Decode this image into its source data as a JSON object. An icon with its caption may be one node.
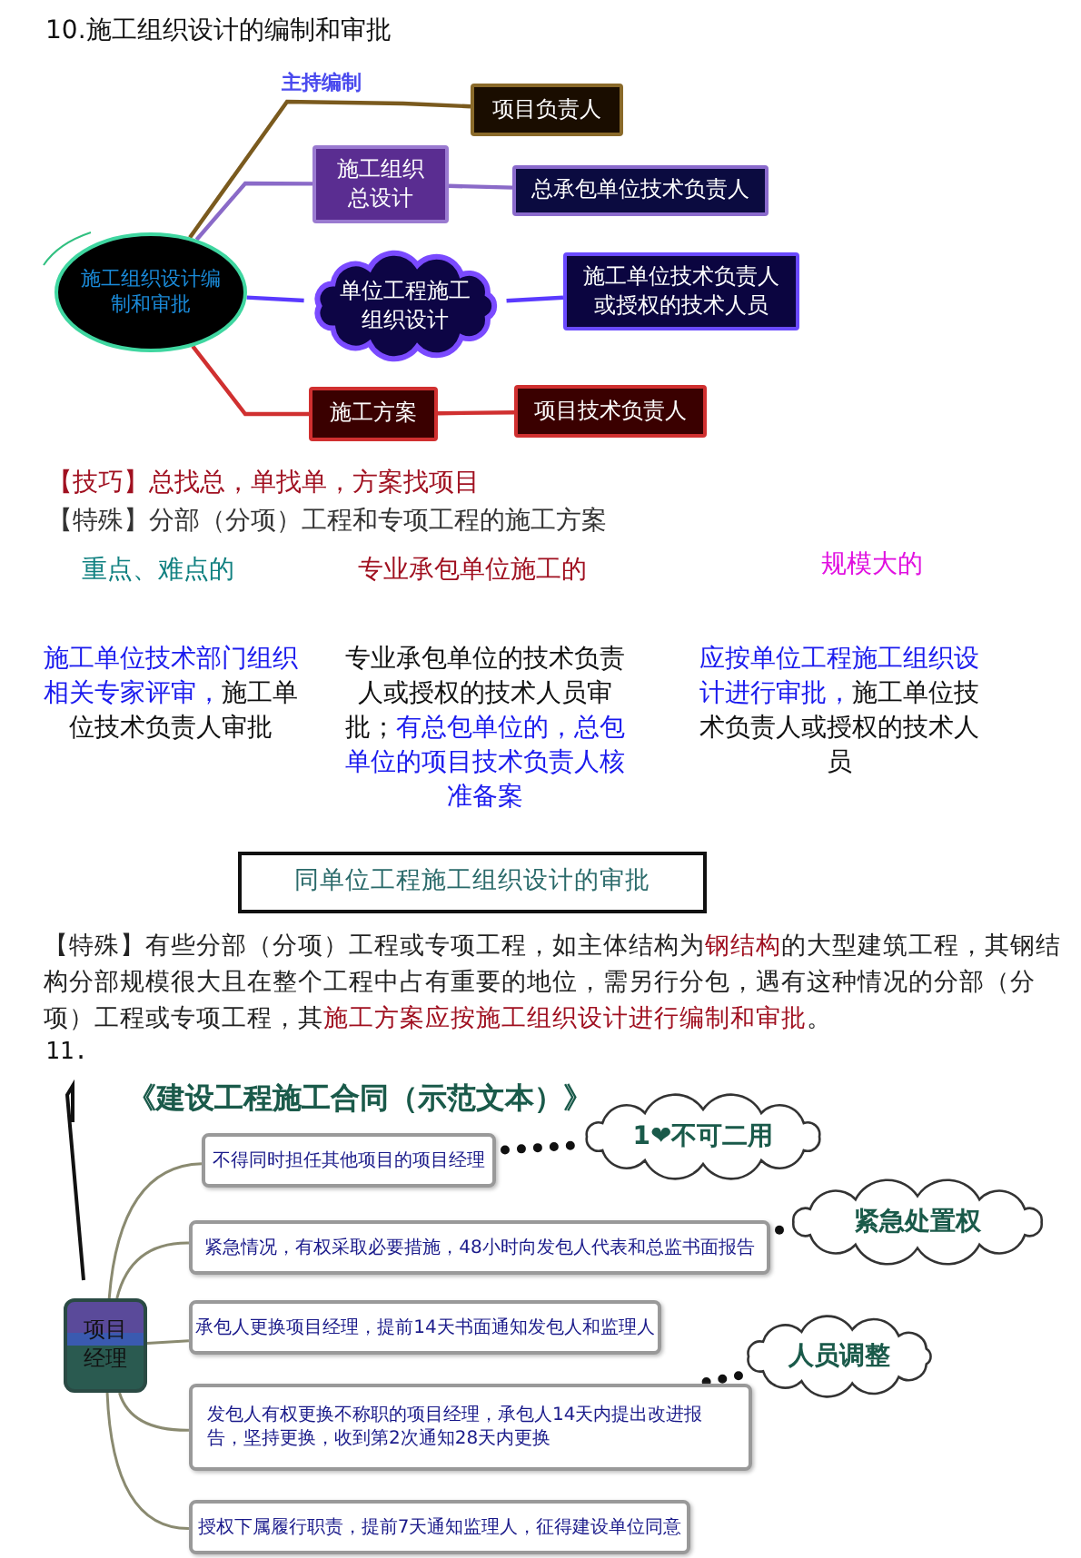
{
  "diagram": {
    "nodes": [
      {
        "text": [
          "施工组织设计编制和审批"
        ]
      },
      {
        "text": [
          "项目负责人"
        ]
      },
      {
        "text": [
          "施工组织总设计"
        ]
      },
      {
        "text": [
          "总承包单位技术负责人"
        ]
      },
      {
        "text": [
          "单位工程施工组织设计"
        ]
      },
      {
        "text": [
          "施工单位技术负责人或授权的技术人员"
        ]
      },
      {
        "text": [
          "施工方案"
        ]
      },
      {
        "text": [
          "项目技术负责人"
        ]
      },
      {
        "text": [
          "同单位工程施工组织设计的审批"
        ]
      },
      {
        "text": [
          "项目经理"
        ]
      },
      {
        "text": [
          "不得同时担任其他项目的项目经理"
        ]
      },
      {
        "text": [
          "紧急情况，有权采取必要措施，48小时向发包人代表和总监书面报告"
        ]
      },
      {
        "text": [
          "承包人更换项目经理，提前14天书面通知发包人和监理人"
        ]
      },
      {
        "text": [
          "发包人有权更换不称职的项目经理，承包人14天内提出改进报告，坚持更换，收到第2次通知28天内更换"
        ]
      },
      {
        "text": [
          "授权下属履行职责，提前7天通知监理人，征得建设单位同意"
        ]
      },
      {
        "text": [
          "1❤不可二用"
        ]
      },
      {
        "text": [
          "紧急处置权"
        ]
      },
      {
        "text": [
          "人员调整"
        ]
      }
    ],
    "edges": [
      {
        "from": 0,
        "to": 1,
        "arrow": "none",
        "label": "主持编制",
        "color": "#7a5a1e"
      },
      {
        "from": 0,
        "to": 2,
        "arrow": "none",
        "color": "#8a6ac8"
      },
      {
        "from": 2,
        "to": 3,
        "arrow": "none",
        "color": "#8a6ac8"
      },
      {
        "from": 0,
        "to": 4,
        "arrow": "none",
        "color": "#5a3aff"
      },
      {
        "from": 4,
        "to": 5,
        "arrow": "none",
        "color": "#5a3aff"
      },
      {
        "from": 0,
        "to": 6,
        "arrow": "none",
        "color": "#d03030"
      },
      {
        "from": 6,
        "to": 7,
        "arrow": "none",
        "color": "#d03030"
      },
      {
        "from": 9,
        "to": 10,
        "arrow": "none"
      },
      {
        "from": 9,
        "to": 11,
        "arrow": "none"
      },
      {
        "from": 9,
        "to": 12,
        "arrow": "none"
      },
      {
        "from": 9,
        "to": 13,
        "arrow": "none"
      },
      {
        "from": 9,
        "to": 14,
        "arrow": "none"
      },
      {
        "from": 10,
        "to": 15,
        "arrow": "none",
        "style": "dashed",
        "color": "#111111"
      },
      {
        "from": 11,
        "to": 16,
        "arrow": "none",
        "style": "dashed",
        "color": "#111111"
      },
      {
        "from": 13,
        "to": 17,
        "arrow": "none",
        "style": "dashed",
        "color": "#111111"
      }
    ],
    "labels": [
      "10.施工组织设计的编制和审批",
      "【技巧】总找总，单找单，方案找项目",
      "【特殊】分部（分项）工程和专项工程的施工方案",
      "重点、难点的",
      "专业承包单位施工的",
      "规模大的",
      "**施工单位技术部门组织相关专家评审，**施工单位技术负责人审批",
      "专业承包单位的技术负责人或授权的技术人员审批；**有总包单位的，总包单位的项目技术负责人核准备案**",
      "**应按单位工程施工组织设计进行审批，**施工单位技术负责人或授权的技术人员",
      "【特殊】有些分部（分项）工程或专项工程，如主体结构为**钢结构**的大型建筑工程，其钢结构分部规模很大且在整个工程中占有重要的地位，需另行分包，遇有这种情况的分部（分项）工程或专项工程，其**施工方案应按施工组织设计进行编制和审批**。",
      "11.",
      "《建设工程施工合同（示范文本）》"
    ]
  }
}
